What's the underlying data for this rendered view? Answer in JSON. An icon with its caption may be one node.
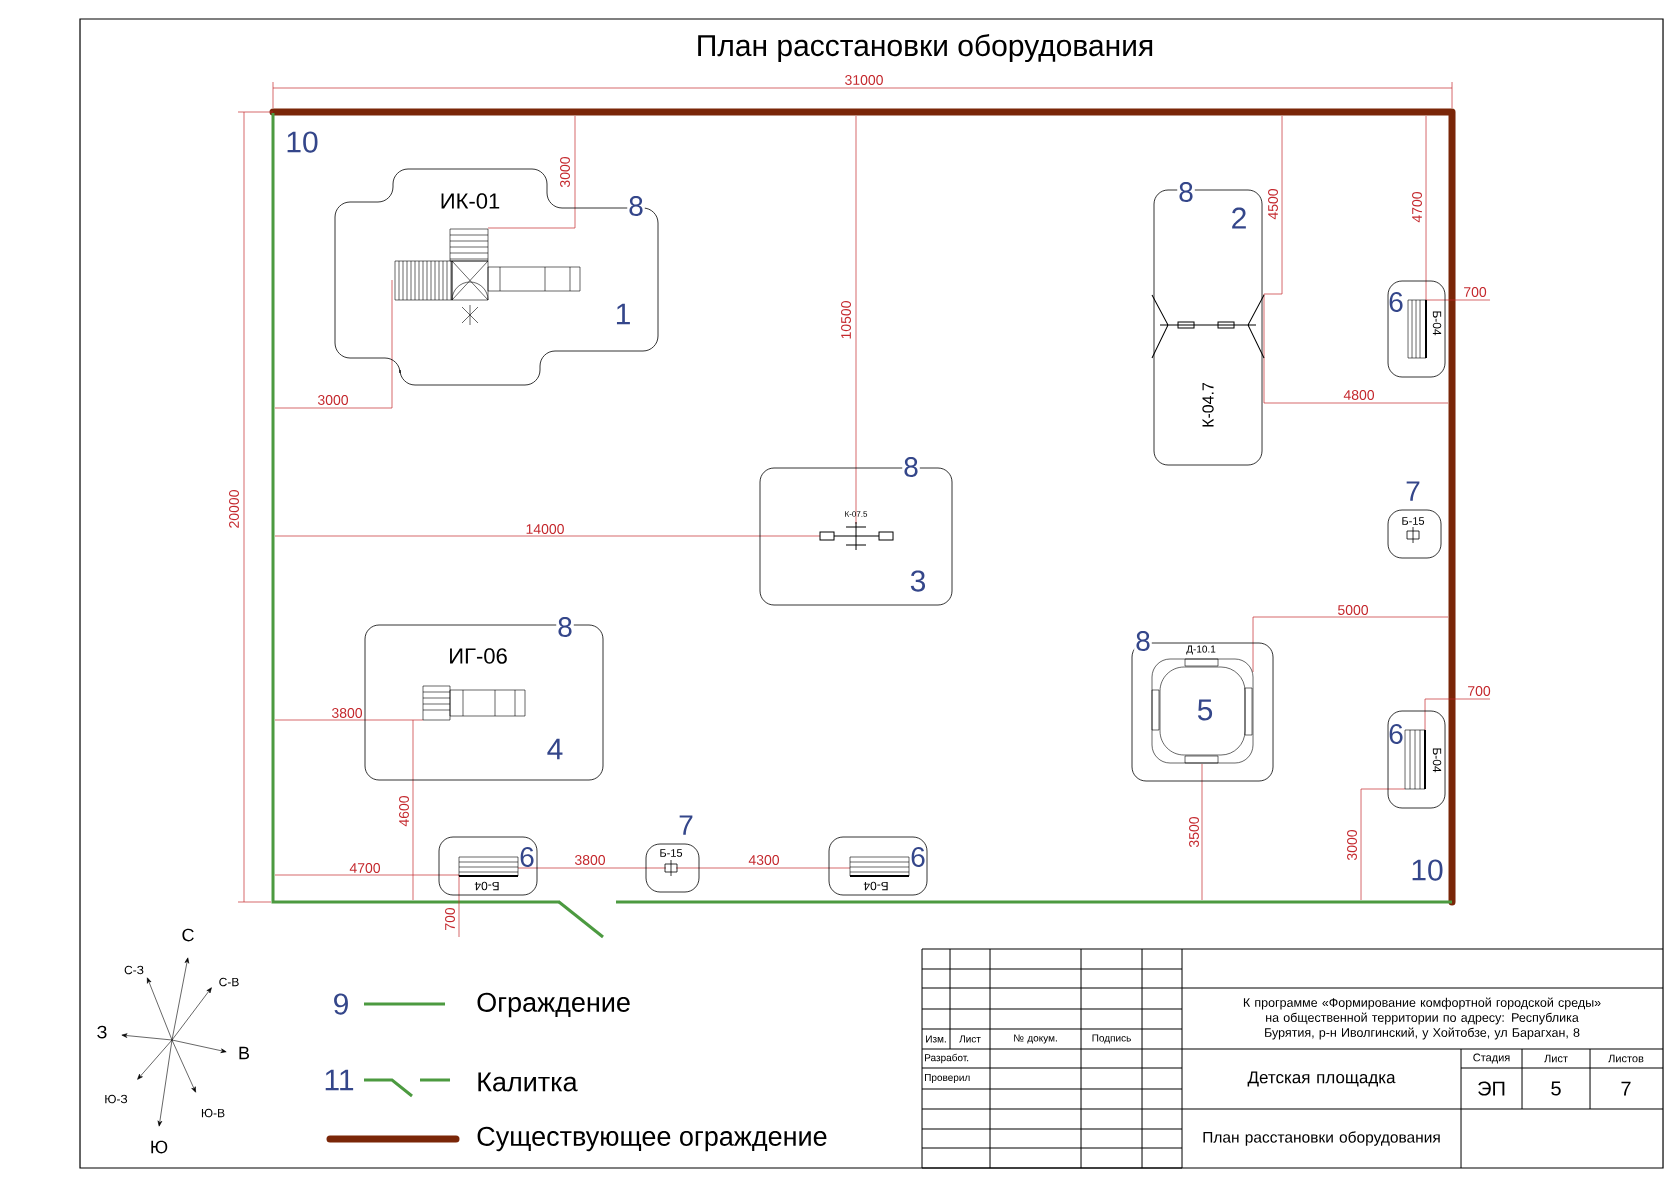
{
  "diagram": {
    "title": "План расстановки оборудования",
    "nodes": [
      {
        "text": [
          "ИК-01",
          "8",
          "1"
        ]
      },
      {
        "text": [
          "8",
          "2",
          "К-04.7"
        ]
      },
      {
        "text": [
          "6",
          "Б-04"
        ]
      },
      {
        "text": [
          "7",
          "Б-15"
        ]
      },
      {
        "text": [
          "8",
          "К-07.5",
          "3"
        ]
      },
      {
        "text": [
          "ИГ-06",
          "8",
          "4"
        ]
      },
      {
        "text": [
          "8",
          "Д-10.1",
          "5"
        ]
      },
      {
        "text": [
          "6",
          "Б-04"
        ]
      },
      {
        "text": [
          "6",
          "Б-04"
        ]
      },
      {
        "text": [
          "7",
          "Б-15"
        ]
      },
      {
        "text": [
          "6",
          "Б-04"
        ]
      }
    ],
    "labels": [
      "31000",
      "10",
      "3000",
      "3000",
      "10500",
      "4500",
      "4700",
      "700",
      "4800",
      "20000",
      "14000",
      "5000",
      "700",
      "3800",
      "4600",
      "3500",
      "3000",
      "4700",
      "3800",
      "4300",
      "10",
      "700",
      "С",
      "С-З",
      "С-В",
      "З",
      "В",
      "Ю-З",
      "Ю-В",
      "Ю",
      "9",
      "11",
      "К программе «Формирование комфортной городской среды» на общественной территории по адресу: Республика Бурятия, р-н Иволгинский, у Хойтобзе, ул Барагхан, 8",
      "Изм.",
      "Лист",
      "№ докум.",
      "Подпись",
      "Разработ.",
      "Стадия",
      "Лист",
      "Листов",
      "Проверил",
      "Детская площадка",
      "ЭП",
      "5",
      "7",
      "План расстановки оборудования"
    ],
    "legend": [
      {
        "text": "Ограждение"
      },
      {
        "text": "Калитка"
      },
      {
        "text": "Существующее ограждение"
      }
    ]
  }
}
